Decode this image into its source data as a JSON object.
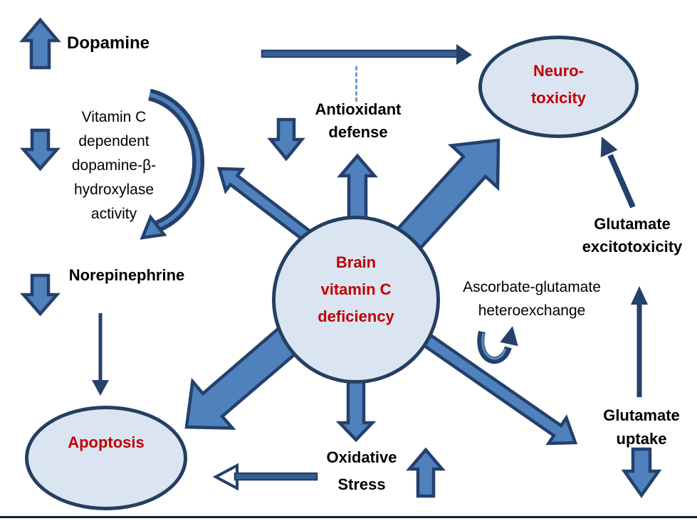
{
  "title": "Brain vitamin C deficiency diagram",
  "colors": {
    "arrow_fill": "#4f81bd",
    "arrow_stroke": "#24406b",
    "thin_shaft": "#35618f",
    "node_fill": "#dbe5f1",
    "node_stroke": "#243f60",
    "red_text": "#c00000",
    "text_color": "#000000",
    "baseline_color": "#0e2033",
    "dashed_line": "#6b9bd2"
  },
  "nodes": {
    "center": [
      "Brain",
      "vitamin C",
      "deficiency"
    ],
    "neurotoxicity": [
      "Neuro-",
      "toxicity"
    ],
    "apoptosis": [
      "Apoptosis"
    ]
  },
  "labels": {
    "dopamine": "Dopamine",
    "vitamin_c_block": [
      "Vitamin C",
      "dependent",
      "dopamine-β-",
      "hydroxylase",
      "activity"
    ],
    "norepinephrine": "Norepinephrine",
    "antioxidant_defense": [
      "Antioxidant",
      "defense"
    ],
    "glutamate_excitotoxicity": [
      "Glutamate",
      "excitotoxicity"
    ],
    "ascorbate_heteroexchange": [
      "Ascorbate-glutamate",
      "heteroexchange"
    ],
    "glutamate_uptake": [
      "Glutamate",
      "uptake"
    ],
    "oxidative_stress": [
      "Oxidative",
      "Stress"
    ]
  }
}
